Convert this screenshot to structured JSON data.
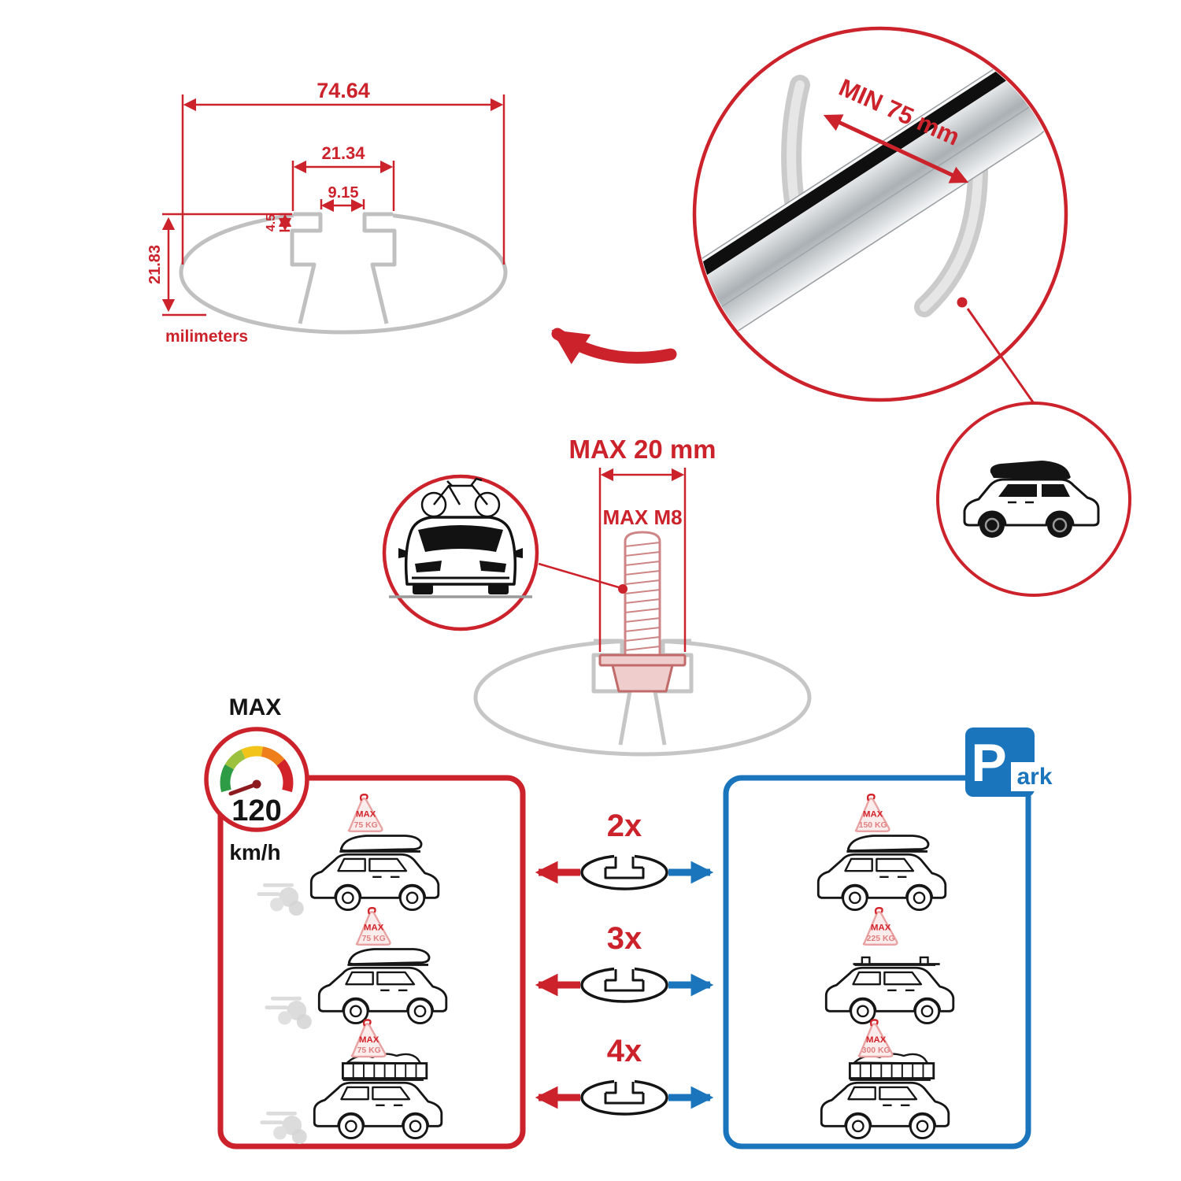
{
  "colors": {
    "red": "#cc222b",
    "blue": "#1b75bc"
  },
  "cross_section": {
    "total_width": "74.64",
    "slot_width": "21.34",
    "inner_width": "9.15",
    "step_depth": "4.5",
    "height": "21.83",
    "unit_label": "milimeters"
  },
  "bar_detail": {
    "min_span": "MIN 75 mm"
  },
  "bolt": {
    "max_width": "MAX 20 mm",
    "max_thread": "MAX M8"
  },
  "speed": {
    "title": "MAX",
    "value": "120",
    "unit": "km/h"
  },
  "parking": {
    "letter": "P",
    "suffix": "ark"
  },
  "rows": [
    {
      "multiplier": "2x",
      "left_badge": {
        "label": "MAX",
        "value": "75 KG"
      },
      "right_badge": {
        "label": "MAX",
        "value": "150 KG"
      }
    },
    {
      "multiplier": "3x",
      "left_badge": {
        "label": "MAX",
        "value": "75 KG"
      },
      "right_badge": {
        "label": "MAX",
        "value": "225 KG"
      }
    },
    {
      "multiplier": "4x",
      "left_badge": {
        "label": "MAX",
        "value": "75 KG"
      },
      "right_badge": {
        "label": "MAX",
        "value": "300 KG"
      }
    }
  ]
}
